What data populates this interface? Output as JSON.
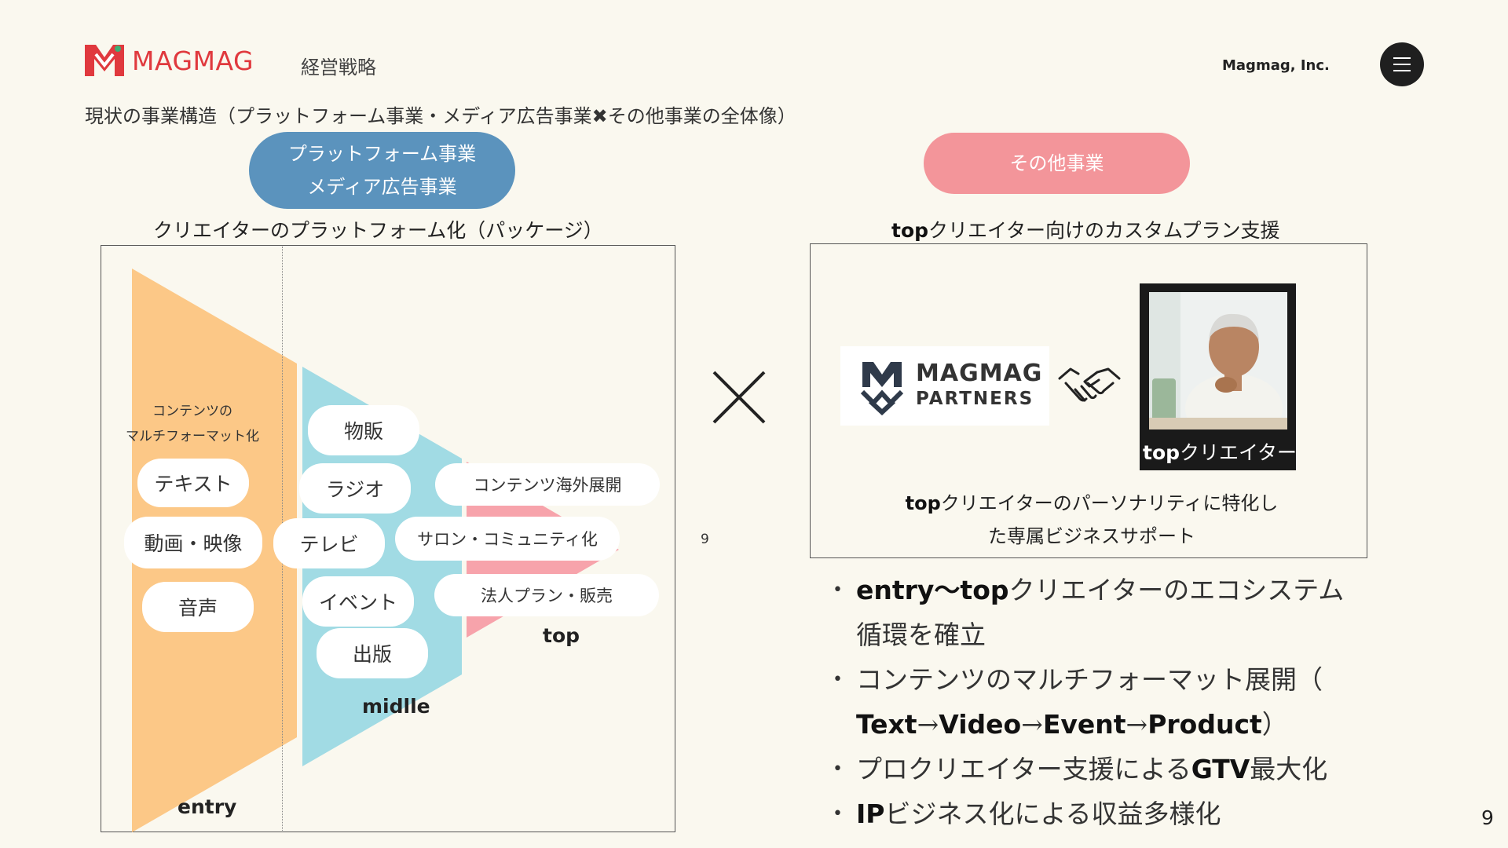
{
  "header": {
    "logo_text": "MAGMAG",
    "section_label": "経営戦略",
    "company": "Magmag, Inc."
  },
  "subtitle": "現状の事業構造（プラットフォーム事業・メディア広告事業✖その他事業の全体像）",
  "pills": {
    "platform_line1": "プラットフォーム事業",
    "platform_line2": "メディア広告事業",
    "other": "その他事業"
  },
  "left": {
    "heading": "クリエイターのプラットフォーム化（パッケージ）",
    "multi_format_line1": "コンテンツの",
    "multi_format_line2": "マルチフォーマット化",
    "entry_chips": [
      "テキスト",
      "動画・映像",
      "音声"
    ],
    "middle_chips": [
      "物販",
      "ラジオ",
      "テレビ",
      "イベント",
      "出版"
    ],
    "top_chips": [
      "コンテンツ海外展開",
      "サロン・コミュニティ化",
      "法人プラン・販売"
    ],
    "labels": {
      "entry": "entry",
      "middle": "midlle",
      "top": "top"
    },
    "colors": {
      "entry": "#fcc887",
      "middle": "#a1dbe4",
      "top": "#f7a3ab"
    }
  },
  "cross_page": "9",
  "right": {
    "heading_bold": "top",
    "heading_rest": "クリエイター向けのカスタムプラン支援",
    "partners_line1": "MAGMAG",
    "partners_line2": "PARTNERS",
    "photo_caption_bold": "top",
    "photo_caption_rest": "クリエイター",
    "caption_line1_bold": "top",
    "caption_line1_rest": "クリエイターのパーソナリティに特化し",
    "caption_line2": "た専属ビジネスサポート"
  },
  "bullets": {
    "b1_bold": "entry〜top",
    "b1_rest": "クリエイターのエコシステム",
    "b1_line2": "循環を確立",
    "b2_line1": "コンテンツのマルチフォーマット展開（",
    "b2_text": "Text",
    "b2_video": "Video",
    "b2_event": "Event",
    "b2_product": "Product",
    "b2_close": "）",
    "arrow": "→",
    "b3_rest1": "プロクリエイター支援による",
    "b3_bold": "GTV",
    "b3_rest2": "最大化",
    "b4_bold": "IP",
    "b4_rest": "ビジネス化による収益多様化"
  },
  "page_number": "9"
}
